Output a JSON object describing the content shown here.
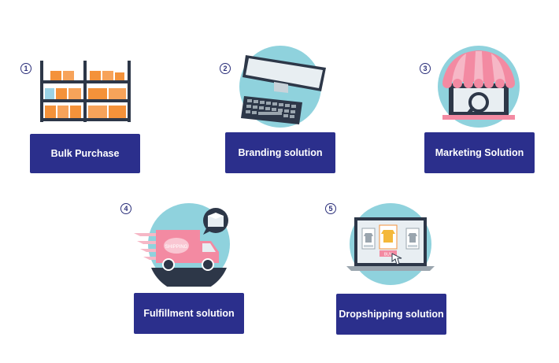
{
  "steps": [
    {
      "number": "1",
      "label": "Bulk Purchase",
      "icon": "warehouse-shelves-icon"
    },
    {
      "number": "2",
      "label": "Branding solution",
      "icon": "laptop-icon"
    },
    {
      "number": "3",
      "label": "Marketing Solution",
      "icon": "storefront-search-icon"
    },
    {
      "number": "4",
      "label": "Fulfillment solution",
      "icon": "shipping-truck-icon"
    },
    {
      "number": "5",
      "label": "Dropshipping solution",
      "icon": "online-shop-laptop-icon"
    }
  ],
  "icon_text": {
    "truck_text": "SHIPPING",
    "buy_text": "BUY"
  },
  "colors": {
    "label_bg": "#2b2f8c",
    "circle": "#8fd2dd",
    "box_orange": "#f4923a",
    "pink": "#f38aa2"
  }
}
